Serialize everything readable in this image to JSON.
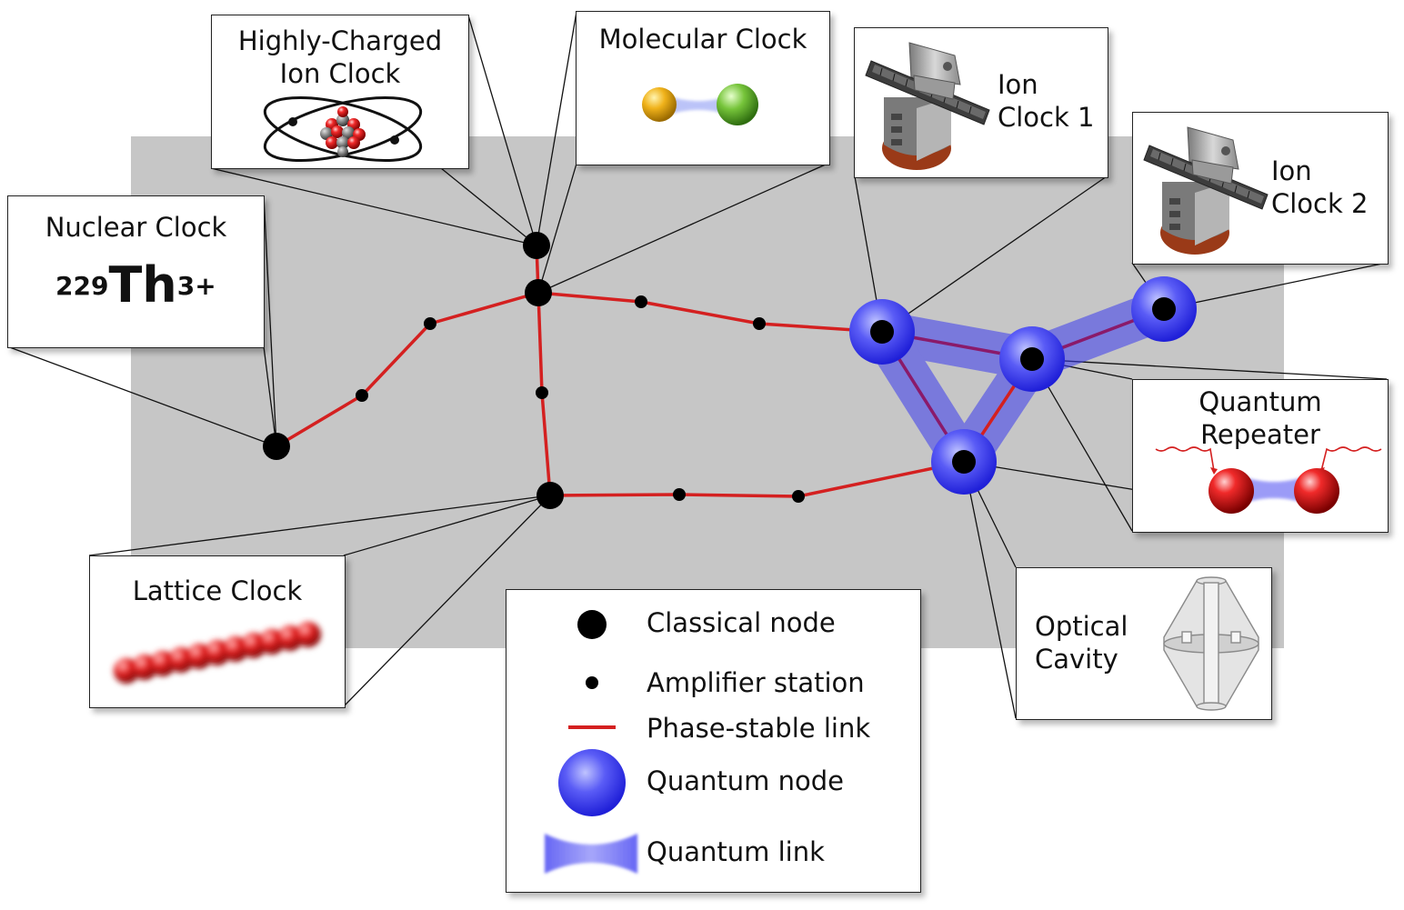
{
  "diagram": {
    "callouts": {
      "hci": {
        "line1": "Highly-Charged",
        "line2": "Ion Clock",
        "icon": "atom-icon"
      },
      "molecular": {
        "label": "Molecular Clock",
        "icon": "diatomic-molecule-icon"
      },
      "ion1": {
        "line1": "Ion",
        "line2": "Clock 1",
        "icon": "ion-trap-icon"
      },
      "ion2": {
        "line1": "Ion",
        "line2": "Clock 2",
        "icon": "ion-trap-icon"
      },
      "nuclear": {
        "label": "Nuclear Clock",
        "mass_number": "229",
        "element": "Th",
        "charge": "3+"
      },
      "lattice": {
        "label": "Lattice Clock",
        "icon": "atom-lattice-icon"
      },
      "repeater": {
        "line1": "Quantum",
        "line2": "Repeater",
        "icon": "entangled-atoms-icon"
      },
      "cavity": {
        "line1": "Optical",
        "line2": "Cavity",
        "icon": "optical-cavity-icon"
      }
    },
    "legend": {
      "classical_node": "Classical node",
      "amplifier": "Amplifier station",
      "phase_link": "Phase-stable link",
      "quantum_node": "Quantum node",
      "quantum_link": "Quantum link"
    },
    "colors": {
      "phase_link": "#d42020",
      "quantum": "#3a3af0",
      "network_bg": "#c6c6c6",
      "node": "#000000"
    }
  }
}
